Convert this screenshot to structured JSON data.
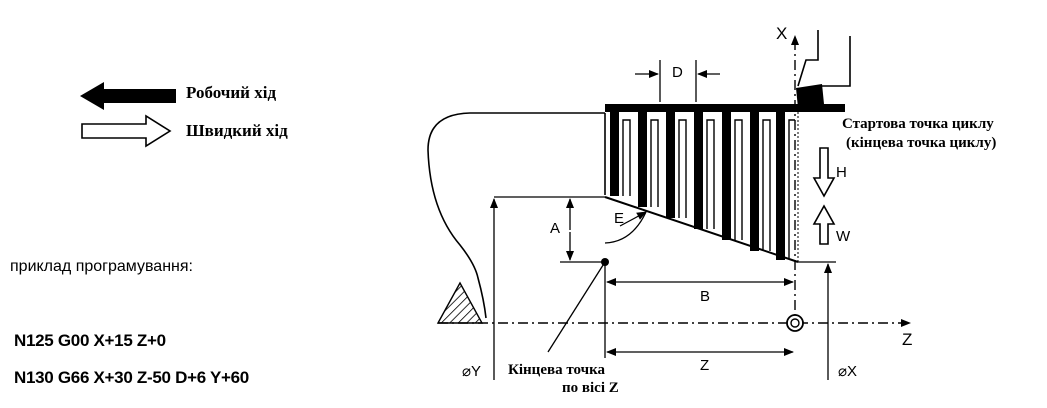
{
  "legend": {
    "work_label": "Робочий хід",
    "rapid_label": "Швидкий хід"
  },
  "example": {
    "label": "приклад програмування:",
    "lines": [
      "N125 G00 X+15 Z+0",
      "N130 G66 X+30 Z-50 D+6 Y+60"
    ]
  },
  "dimensions": {
    "d": "D",
    "a": "A",
    "e": "E",
    "b": "B",
    "z": "Z",
    "h": "H",
    "w": "W",
    "diam_y": "⌀Y",
    "diam_x": "⌀X"
  },
  "axes": {
    "x": "X",
    "z": "Z"
  },
  "annotations": {
    "start_point_line1": "Стартова точка циклу",
    "start_point_line2": "(кінцева точка циклу)",
    "end_point_line1": "Кінцева точка",
    "end_point_line2": "по вісі Z"
  },
  "icons": {
    "work": "filled-arrow-left-icon",
    "rapid": "outline-arrow-right-icon",
    "origin": "origin-marker-icon"
  },
  "colors": {
    "ink": "#000000",
    "paper": "#ffffff"
  }
}
